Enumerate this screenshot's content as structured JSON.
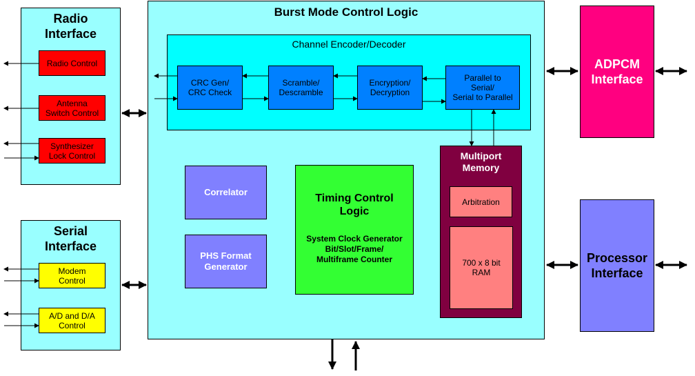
{
  "radio": {
    "title": "Radio\nInterface",
    "items": [
      "Radio Control",
      "Antenna\nSwitch Control",
      "Synthesizer\nLock Control"
    ]
  },
  "serial": {
    "title": "Serial\nInterface",
    "items": [
      "Modem\nControl",
      "A/D and D/A\nControl"
    ]
  },
  "burst": {
    "title": "Burst Mode Control Logic",
    "channel": {
      "title": "Channel Encoder/Decoder",
      "blocks": [
        "CRC Gen/\nCRC Check",
        "Scramble/\nDescramble",
        "Encryption/\nDecryption",
        "Parallel to\nSerial/\nSerial to Parallel"
      ]
    },
    "correlator": "Correlator",
    "phs": "PHS Format\nGenerator",
    "timing": {
      "title": "Timing Control\nLogic",
      "subtitle": "System Clock Generator\nBit/Slot/Frame/\nMultiframe Counter"
    },
    "memory": {
      "title": "Multiport\nMemory",
      "arbitration": "Arbitration",
      "ram": "700 x 8 bit\nRAM"
    }
  },
  "adpcm": "ADPCM\nInterface",
  "processor": "Processor\nInterface",
  "colors": {
    "cyan_light": "#99ffff",
    "cyan": "#00ffff",
    "blue_block": "#0080ff",
    "red": "#ff0000",
    "yellow": "#ffff00",
    "magenta": "#ff0080",
    "periwinkle": "#8080ff",
    "green": "#33ff33",
    "maroon": "#800040",
    "salmon": "#ff8080"
  }
}
